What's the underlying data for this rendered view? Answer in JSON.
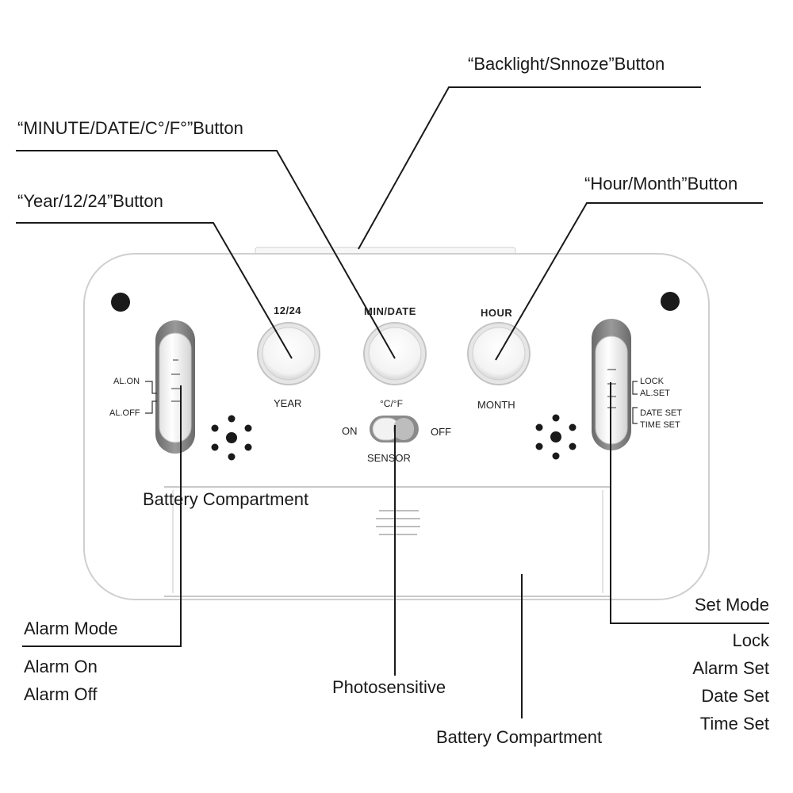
{
  "callouts": {
    "backlight_snooze": "“Backlight/Snnoze”Button",
    "minute_date": "“MINUTE/DATE/C°/F°”Button",
    "year_1224": "“Year/12/24”Button",
    "hour_month": "“Hour/Month”Button",
    "battery_compartment_inner": "Battery Compartment",
    "alarm_mode": "Alarm Mode",
    "alarm_on": "Alarm On",
    "alarm_off": "Alarm Off",
    "photosensitive": "Photosensitive",
    "battery_compartment_bottom": "Battery Compartment",
    "set_mode": "Set Mode",
    "lock": "Lock",
    "alarm_set": "Alarm Set",
    "date_set": "Date Set",
    "time_set": "Time Set"
  },
  "device": {
    "btn_1224_top": "12/24",
    "btn_1224_bottom": "YEAR",
    "btn_min_top": "MIN/DATE",
    "btn_min_bottom": "°C/°F",
    "btn_hour_top": "HOUR",
    "btn_hour_bottom": "MONTH",
    "sensor_on": "ON",
    "sensor_off": "OFF",
    "sensor_label": "SENSOR",
    "al_on": "AL.ON",
    "al_off": "AL.OFF",
    "lock": "LOCK",
    "al_set": "AL.SET",
    "date_set": "DATE SET",
    "time_set": "TIME SET"
  }
}
